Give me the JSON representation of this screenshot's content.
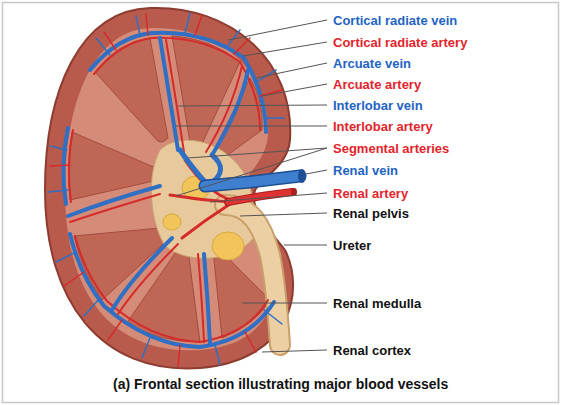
{
  "diagram": {
    "caption": "(a) Frontal section illustrating major blood vessels",
    "labels": [
      "Cortical radiate vein",
      "Cortical radiate artery",
      "Arcuate vein",
      "Arcuate artery",
      "Interlobar vein",
      "Interlobar artery",
      "Segmental arteries",
      "Renal vein",
      "Renal artery",
      "Renal pelvis",
      "Ureter",
      "Renal medulla",
      "Renal cortex"
    ]
  }
}
